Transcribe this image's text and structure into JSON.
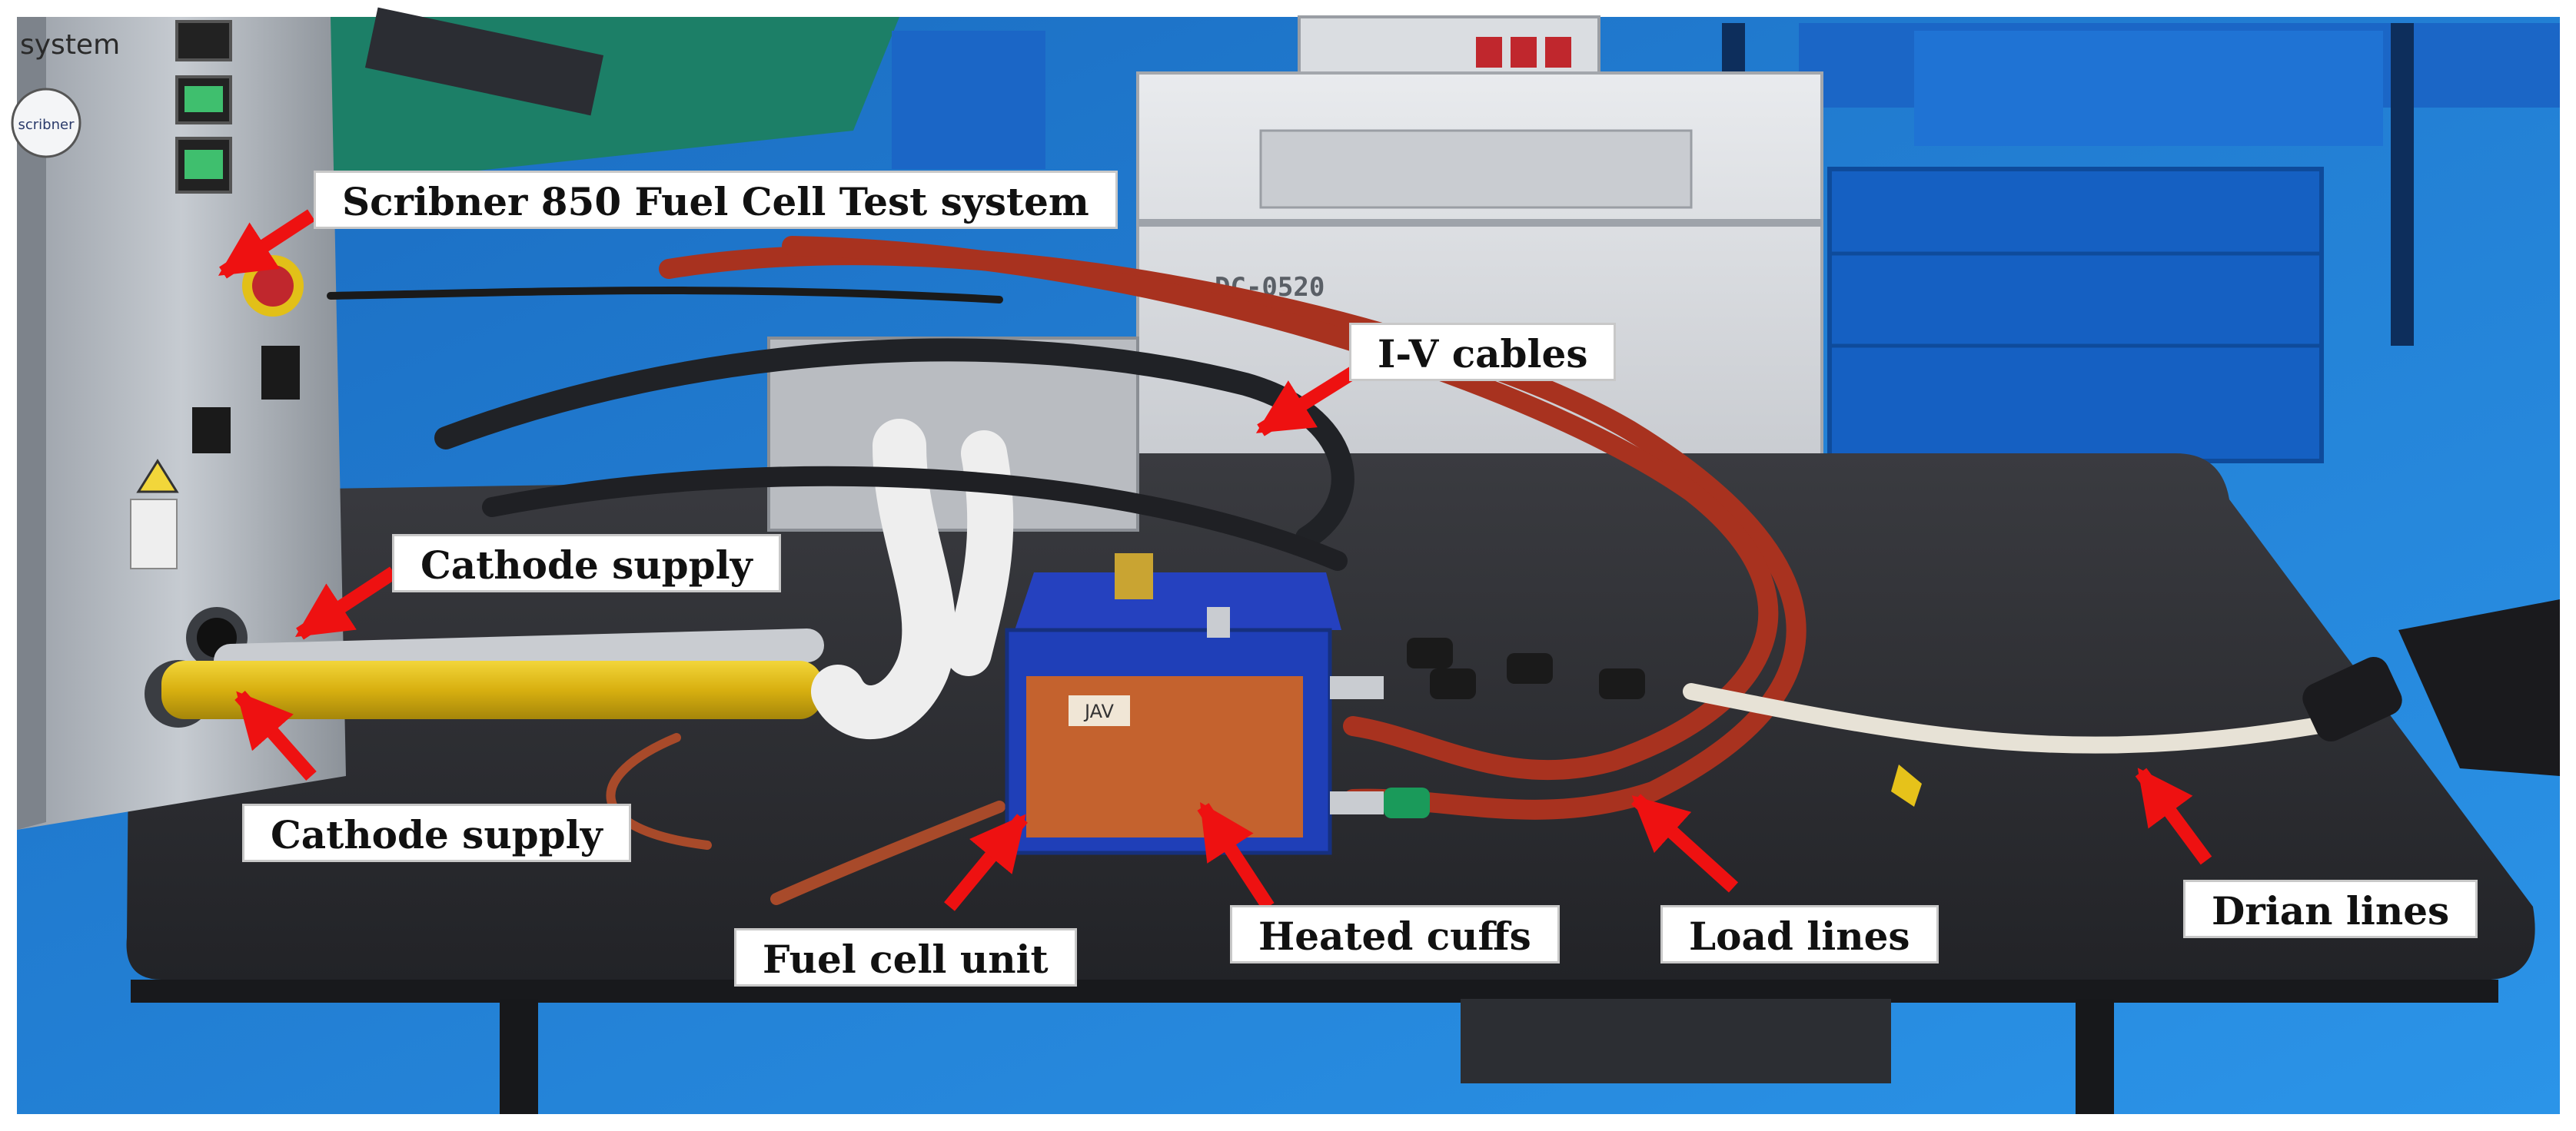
{
  "labels": {
    "test_system": "Scribner 850 Fuel Cell Test system",
    "iv_cables": "I-V cables",
    "cathode_supply_upper": "Cathode supply",
    "cathode_supply_lower": "Cathode supply",
    "fuel_cell_unit": "Fuel cell unit",
    "heated_cuffs": "Heated cuffs",
    "load_lines": "Load lines",
    "drain_lines": "Drian lines"
  },
  "device_text": {
    "brand": "scribner",
    "system": "system",
    "chiller_model": "DC-0520",
    "cell_tag": "JAV"
  },
  "colors": {
    "arrow": "#ee1111",
    "table_top": "#2b2c30",
    "cell_frame": "#1f3fb8",
    "cell_plate": "#c4622e",
    "cable_red": "#a8321f",
    "yellow_tube": "#e2c018",
    "floor_blue": "#1d7fd8"
  }
}
